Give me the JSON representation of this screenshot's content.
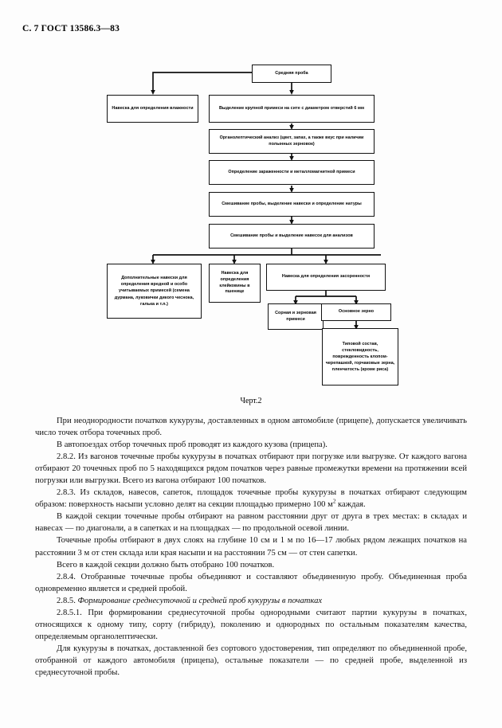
{
  "header": {
    "text": "С. 7 ГОСТ 13586.3—83"
  },
  "flowchart": {
    "caption": "Черт.2",
    "boxes": {
      "average_sample": "Средняя проба",
      "moisture_portion": "Навеска для определения влажности",
      "large_impurity": "Выделение крупной примеси на сите с диаметром отверстий 6 мм",
      "organoleptic": "Органолептический анализ (цвет, запах, а также вкус при наличии полынных зерновок)",
      "infestation": "Определение зараженности и металломагнитной примеси",
      "mixing_nature": "Смешивание пробы, выделение навески и определение натуры",
      "mixing_analysis": "Смешивание пробы и выделение навесок для анализов",
      "additional_portions": "Дополнительные навески для определения вредной и особо учитываемых примесей (семена дурмана, луковички дикого чеснока, галька и т.п.)",
      "gluten_portion": "Навеска для определения клейковины в пшенице",
      "contamination_portion": "Навеска для определения засоренности",
      "weed_grain_impurity": "Сорная и зерновая примеси",
      "main_grain": "Основное зерно",
      "type_composition": "Типовой состав, стекловидность, поврежденность клопом-черепашкой, горчаковые зерна, пленчатость (кроме риса)"
    }
  },
  "body": {
    "p1": "При неоднородности початков кукурузы, доставленных в одном автомобиле (прицепе), допускается увеличивать число точек отбора точечных проб.",
    "p2": "В автопоездах отбор точечных проб проводят из каждого кузова (прицепа).",
    "p3": "2.8.2.  Из вагонов точечные пробы кукурузы в початках отбирают при погрузке или выгрузке. От каждого вагона отбирают 20 точечных проб по 5 находящихся рядом початков через равные промежутки времени на протяжении всей погрузки или выгрузки. Всего из вагона отбирают 100 початков.",
    "p4_a": "2.8.3.  Из складов, навесов, сапеток, площадок точечные пробы кукурузы в початках отбирают следующим образом: поверхность насыпи условно делят на секции площадью примерно 100 м",
    "p4_sup": "2",
    "p4_b": " каждая.",
    "p5": "В каждой секции точечные пробы отбирают на равном расстоянии друг от друга в трех местах: в складах и навесах — по диагонали, а в сапетках и на площадках — по продольной осевой линии.",
    "p6": "Точечные пробы отбирают в двух слоях на глубине 10 см и 1 м по 16—17 любых рядом лежащих початков на расстоянии 3 м от стен склада или края насыпи и на расстоянии 75 см — от стен сапетки.",
    "p7": "Всего в каждой секции должно быть отобрано 100 початков.",
    "p8": "2.8.4.  Отобранные точечные пробы объединяют и составляют объединенную пробу. Объединенная проба одновременно является и средней пробой.",
    "p9_num": "2.8.5.  ",
    "p9_title": "Формирование среднесуточной и средней проб кукурузы в початках",
    "p10": "2.8.5.1.  При формировании среднесуточной пробы однородными считают партии кукурузы в початках, относящихся к одному типу, сорту (гибриду), поколению и однородных по остальным показателям качества, определяемым органолептически.",
    "p11": "Для кукурузы в початках, доставленной без сортового удостоверения, тип определяют по объединенной пробе, отобранной от каждого автомобиля (прицепа), остальные показатели — по средней пробе, выделенной из среднесуточной пробы."
  }
}
